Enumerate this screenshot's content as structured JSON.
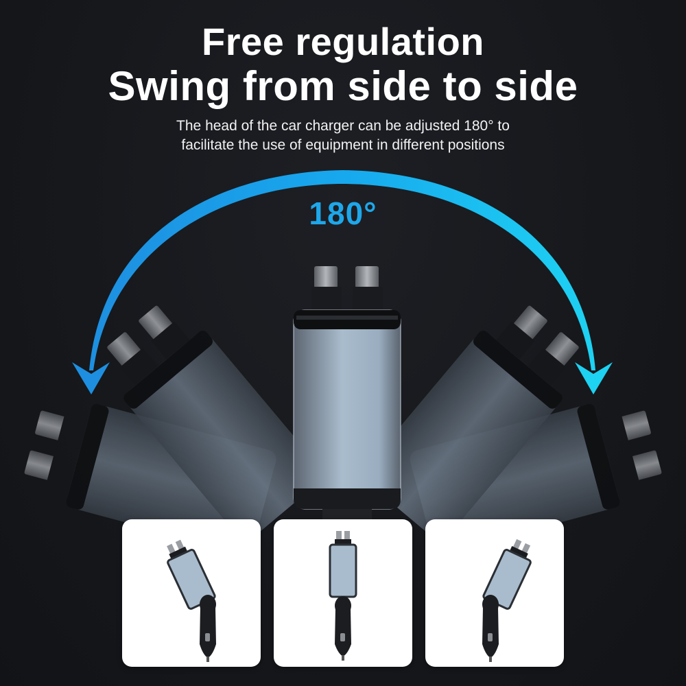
{
  "header": {
    "title_line_1": "Free regulation",
    "title_line_2": "Swing from side to side",
    "subtitle_line_1": "The head of the car charger can be adjusted 180° to",
    "subtitle_line_2": "facilitate the use of equipment in different positions"
  },
  "rotation": {
    "angle_label": "180°",
    "arc_color_start": "#1e8fe0",
    "arc_color_end": "#1ed2f2"
  },
  "product_views": [
    {
      "position": "tilted-left",
      "icon": "car-charger-tilted-left"
    },
    {
      "position": "upright",
      "icon": "car-charger-upright"
    },
    {
      "position": "tilted-right",
      "icon": "car-charger-tilted-right"
    }
  ],
  "colors": {
    "background": "#16181c",
    "title": "#ffffff",
    "accent": "#1ea7ea",
    "charger_body": "#8c9db0",
    "charger_dark": "#111214",
    "card_background": "#ffffff"
  }
}
